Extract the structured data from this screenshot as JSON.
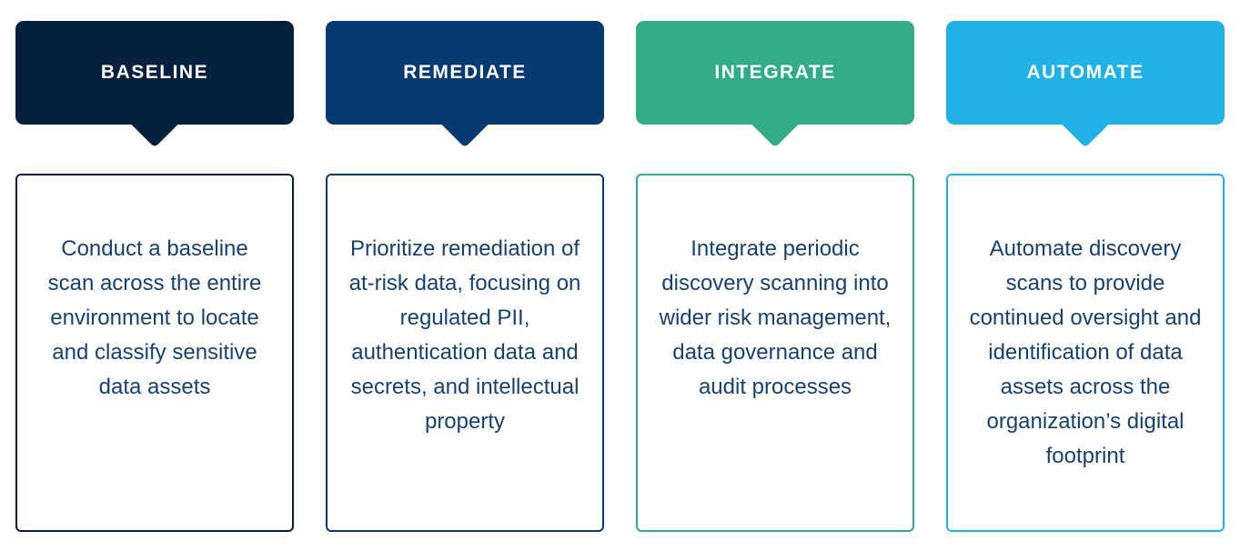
{
  "colors": {
    "background": "#ffffff",
    "body_text": "#174270",
    "header_text": "#ffffff"
  },
  "columns": [
    {
      "label": "BASELINE",
      "accent": "#04203e",
      "description": "Conduct a baseline scan across the entire environment to locate and classify sensitive data assets"
    },
    {
      "label": "REMEDIATE",
      "accent": "#063a70",
      "description": "Prioritize remediation of at-risk data, focusing on regulated PII, authentication data and secrets, and intellectual property"
    },
    {
      "label": "INTEGRATE",
      "accent": "#31ac86",
      "description": "Integrate periodic discovery scanning into wider risk management, data governance and audit processes"
    },
    {
      "label": "AUTOMATE",
      "accent": "#20b2e7",
      "description": "Automate discovery scans to provide continued oversight and identification of data assets across the organization’s digital footprint"
    }
  ]
}
